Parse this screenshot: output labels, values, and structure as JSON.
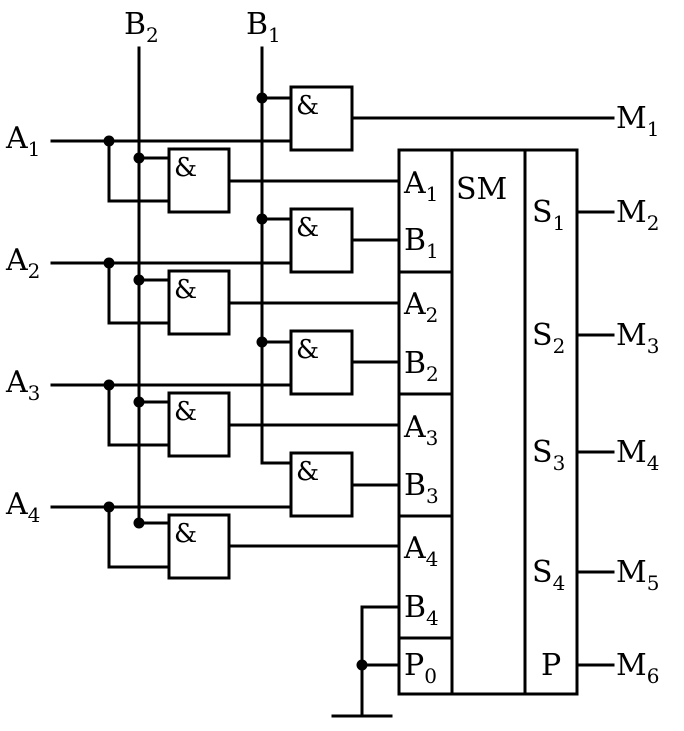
{
  "inputs": {
    "b2": {
      "base": "B",
      "sub": "2"
    },
    "b1": {
      "base": "B",
      "sub": "1"
    },
    "a1": {
      "base": "A",
      "sub": "1"
    },
    "a2": {
      "base": "A",
      "sub": "2"
    },
    "a3": {
      "base": "A",
      "sub": "3"
    },
    "a4": {
      "base": "A",
      "sub": "4"
    }
  },
  "gate_symbol": "&",
  "adder": {
    "title": "SM",
    "ports_in": [
      {
        "base": "A",
        "sub": "1"
      },
      {
        "base": "B",
        "sub": "1"
      },
      {
        "base": "A",
        "sub": "2"
      },
      {
        "base": "B",
        "sub": "2"
      },
      {
        "base": "A",
        "sub": "3"
      },
      {
        "base": "B",
        "sub": "3"
      },
      {
        "base": "A",
        "sub": "4"
      },
      {
        "base": "B",
        "sub": "4"
      },
      {
        "base": "P",
        "sub": "0"
      }
    ],
    "ports_out": [
      {
        "base": "S",
        "sub": "1"
      },
      {
        "base": "S",
        "sub": "2"
      },
      {
        "base": "S",
        "sub": "3"
      },
      {
        "base": "S",
        "sub": "4"
      },
      {
        "base": "P",
        "sub": ""
      }
    ]
  },
  "outputs": [
    {
      "base": "M",
      "sub": "1"
    },
    {
      "base": "M",
      "sub": "2"
    },
    {
      "base": "M",
      "sub": "3"
    },
    {
      "base": "M",
      "sub": "4"
    },
    {
      "base": "M",
      "sub": "5"
    },
    {
      "base": "M",
      "sub": "6"
    }
  ]
}
